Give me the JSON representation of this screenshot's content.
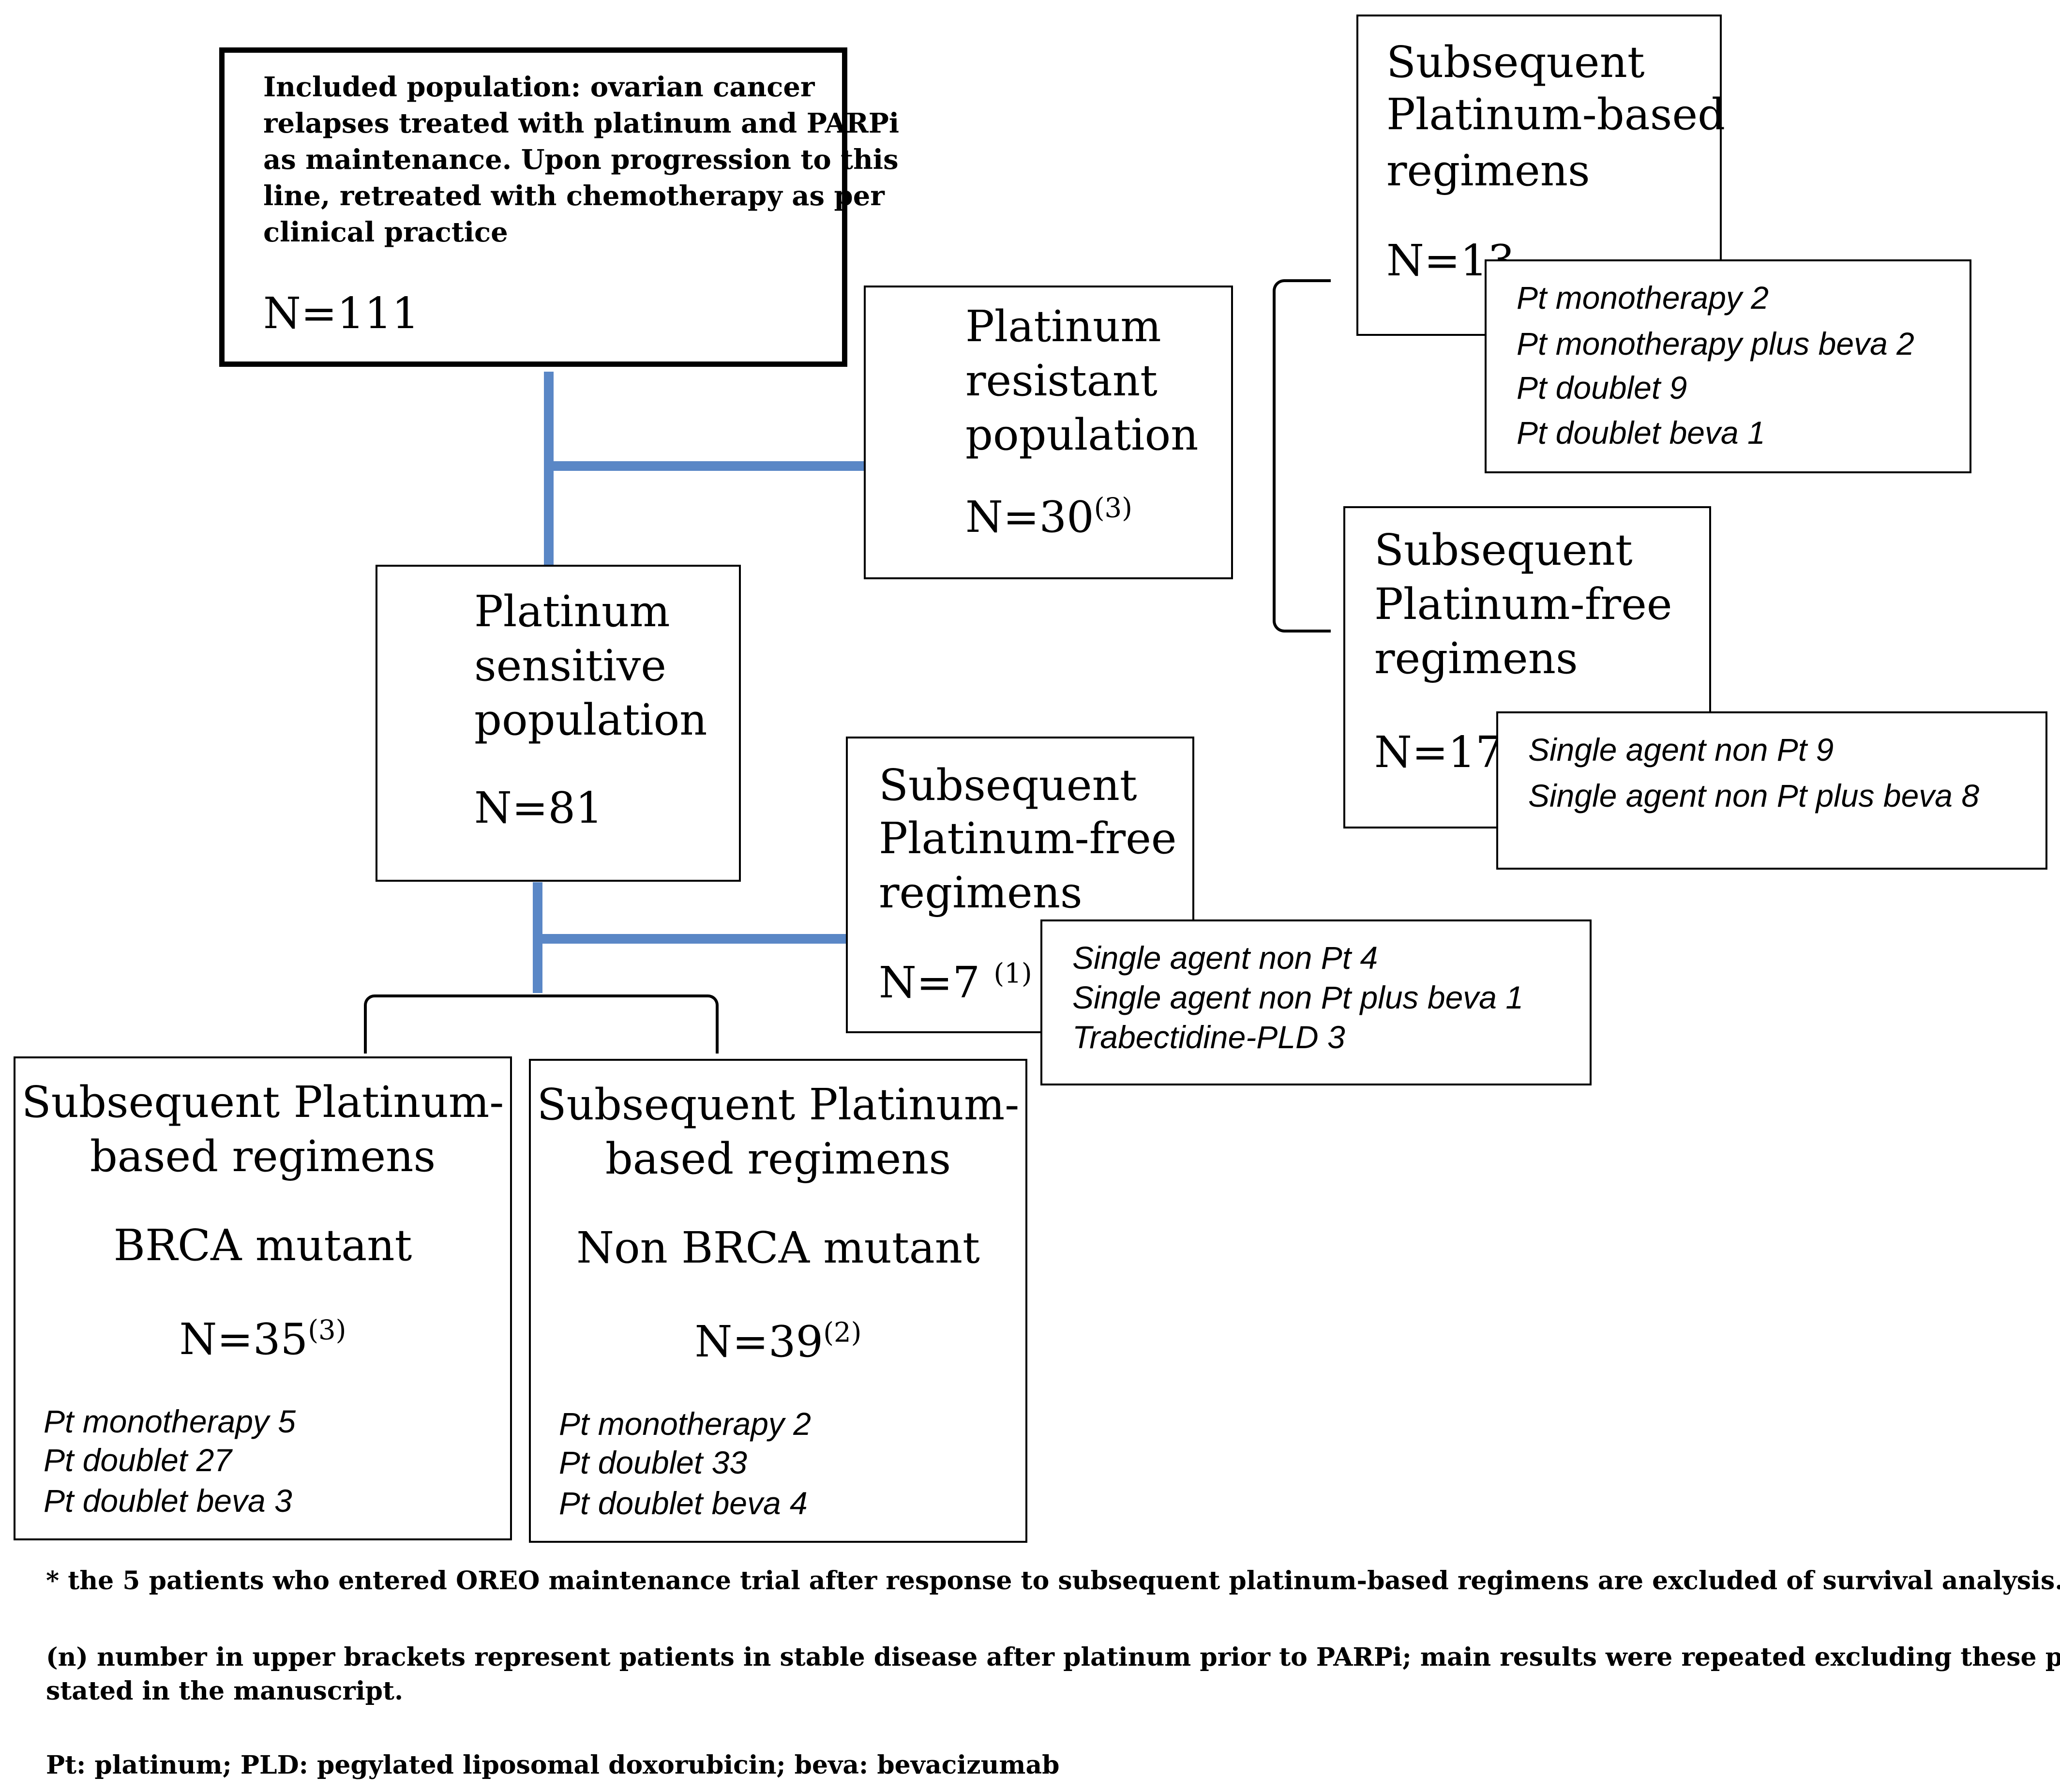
{
  "included": {
    "lines": [
      "Included population: ovarian cancer",
      "relapses treated with platinum and PARPi",
      "as maintenance. Upon progression to this",
      "line, retreated with chemotherapy as per",
      "clinical practice"
    ],
    "n": "N=111"
  },
  "resistant": {
    "lines": [
      "Platinum",
      "resistant",
      "population"
    ],
    "n": "N=30",
    "sup": "(3)"
  },
  "sensitive": {
    "lines": [
      "Platinum",
      "sensitive",
      "population"
    ],
    "n": "N=81"
  },
  "resistant_pt": {
    "lines": [
      "Subsequent",
      "Platinum-based",
      "regimens"
    ],
    "n": "N=13",
    "regimens": [
      "Pt monotherapy 2",
      "Pt monotherapy plus beva 2",
      "Pt doublet  9",
      "Pt doublet beva 1"
    ]
  },
  "resistant_free": {
    "lines": [
      "Subsequent",
      "Platinum-free",
      "regimens"
    ],
    "n": "N=17",
    "regimens": [
      "Single agent non Pt  9",
      "Single agent non Pt plus beva 8"
    ]
  },
  "sensitive_free": {
    "lines": [
      "Subsequent",
      "Platinum-free",
      "regimens"
    ],
    "n": "N=7",
    "sup": "(1)",
    "regimens": [
      "Single agent non Pt  4",
      "Single agent non Pt plus beva 1",
      "Trabectidine-PLD 3"
    ]
  },
  "brca": {
    "lines": [
      "Subsequent Platinum-",
      "based regimens"
    ],
    "group": "BRCA mutant",
    "n": "N=35",
    "sup": "(3)",
    "regimens": [
      "Pt monotherapy 5",
      "Pt doublet  27",
      "Pt doublet beva 3"
    ]
  },
  "nonbrca": {
    "lines": [
      "Subsequent Platinum-",
      "based regimens"
    ],
    "group": "Non BRCA mutant",
    "n": "N=39",
    "sup": "(2)",
    "regimens": [
      "Pt monotherapy 2",
      "Pt doublet  33",
      "Pt doublet beva 4"
    ]
  },
  "footnotes": [
    "* the 5 patients who entered OREO maintenance trial after response to subsequent platinum-based regimens are excluded of survival analysis.",
    "(n) number in upper brackets represent patients in stable disease after platinum prior to PARPi; main results were repeated excluding these patients, as",
    "stated in the manuscript.",
    "Pt: platinum; PLD: pegylated liposomal doxorubicin; beva: bevacizumab"
  ],
  "colors": {
    "connector": "#5a87c6",
    "border": "#000000"
  }
}
